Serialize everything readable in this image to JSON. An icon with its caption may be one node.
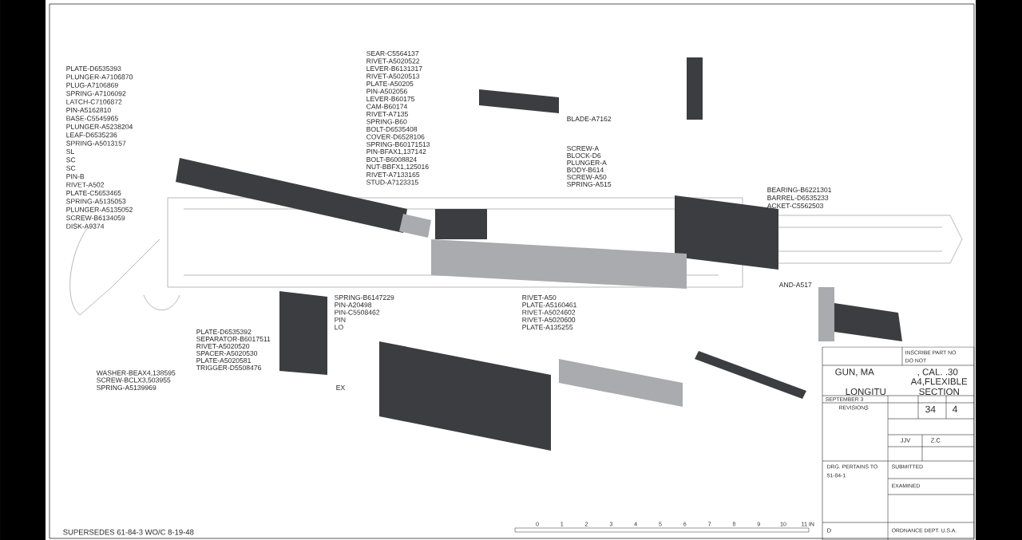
{
  "diagram": {
    "labels": [
      "PLATE-D6535393",
      "PLUNGER-A7106870",
      "PLUG-A7106869",
      "SPRING-A7106092",
      "LATCH-C7106872",
      "PIN-A5162810",
      "BASE-C5545965",
      "PLUNGER-A5238204",
      "LEAF-D6535236",
      "SPRING-A5013157",
      "SL",
      "SC",
      "SC",
      "PIN-B",
      "RIVET-A502",
      "PLATE-C5653465",
      "SPRING-A5135053",
      "PLUNGER-A5135052",
      "SCREW-B6134059",
      "DISK-A9374",
      "SEAR-C5564137",
      "RIVET-A5020522",
      "LEVER-B6131317",
      "RIVET-A5020513",
      "PLATE-A50205",
      "PIN-A502056",
      "LEVER-B60175",
      "CAM-B60174",
      "RIVET-A7135",
      "SPRING-B60",
      "BOLT-D6535408",
      "COVER-D6528106",
      "SPRING-B60171513",
      "PIN-BFAX1,137142",
      "BOLT-B6008824",
      "NUT-BBFX1,125016",
      "RIVET-A7133165",
      "STUD-A7123315",
      "BLADE-A7162",
      "SCREW-A",
      "BLOCK-D6",
      "PLUNGER-A",
      "BODY-B614",
      "SCREW-A50",
      "SPRING-A515",
      "BEARING-B6221301",
      "BARREL-D6535233",
      "ACKET-C5562503",
      "AND-A517",
      "SPRING-B6147229",
      "PIN-A20498",
      "PIN-C5508462",
      "PIN",
      "LO",
      "RIVET-A50",
      "PLATE-A5160461",
      "RIVET-A5024602",
      "RIVET-A5020600",
      "PLATE-A135255",
      "PLATE-D6535392",
      "SEPARATOR-B6017511",
      "RIVET-A5020520",
      "SPACER-A5020530",
      "PLATE-A5020581",
      "TRIGGER-D5508476",
      "WASHER-BEAX4,138595",
      "SCREW-BCLX3,503955",
      "SPRING-A5139969",
      "EX",
      "SUPERSEDES 61-84-3 WO/C 8-19-48",
      "0",
      "1",
      "2",
      "3",
      "4",
      "5",
      "6",
      "7",
      "8",
      "9",
      "10",
      "11 IN",
      "INSCRIBE PART NO",
      "DO NOT",
      "GUN, MA",
      ", CAL. .30",
      "A4,FLEXIBLE",
      "LONGITU",
      "SECTION",
      "SEPTEMBER 3",
      "REVISIONS",
      "34",
      "4",
      "JJV",
      "Z.C",
      "DRG. PERTAINS TO",
      "51-84-1",
      "SUBMITTED",
      "EXAMINED",
      "D",
      "ORDNANCE DEPT. U.S.A."
    ]
  }
}
